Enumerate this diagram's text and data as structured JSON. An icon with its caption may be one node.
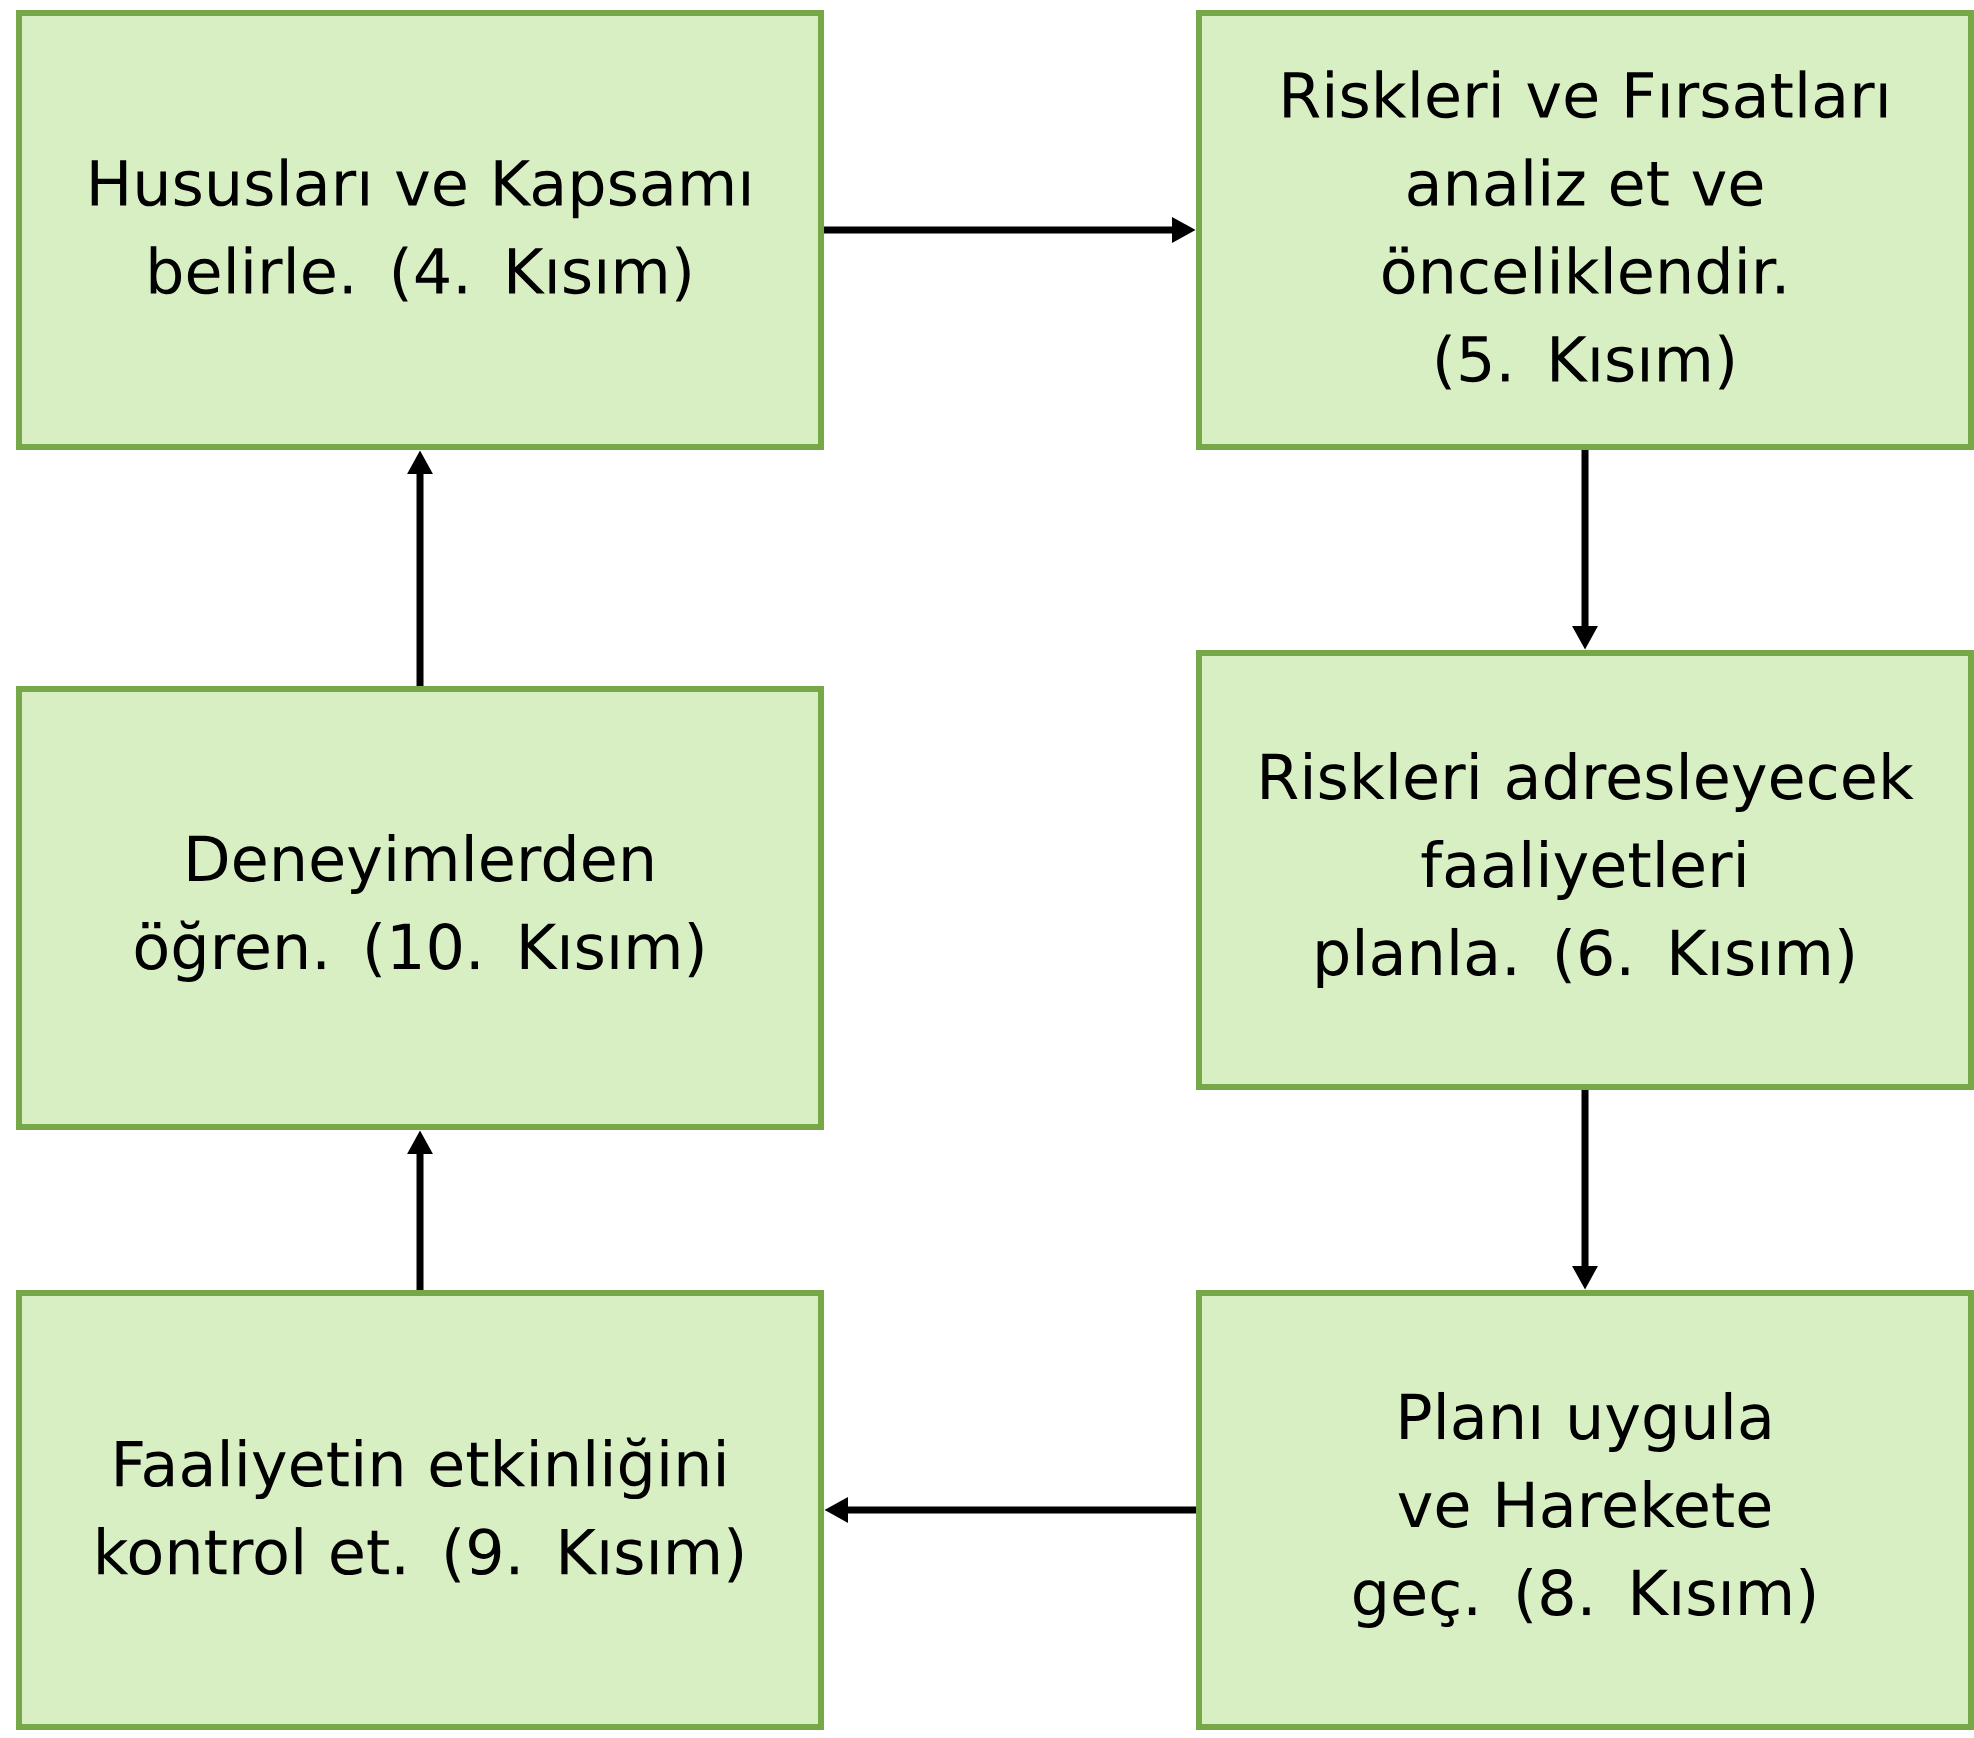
{
  "diagram": {
    "nodes": [
      {
        "text": [
          "Hususları ve Kapsamı belirle. (4. Kısım)"
        ]
      },
      {
        "text": [
          "Riskleri ve Fırsatları analiz et ve önceliklendir. (5. Kısım)"
        ]
      },
      {
        "text": [
          "Riskleri adresleyecek faaliyetleri planla. (6. Kısım)"
        ]
      },
      {
        "text": [
          "Planı uygula ve Harekete geç. (8. Kısım)"
        ]
      },
      {
        "text": [
          "Faaliyetin etkinliğini kontrol et. (9. Kısım)"
        ]
      },
      {
        "text": [
          "Deneyimlerden öğren. (10. Kısım)"
        ]
      }
    ],
    "edges": [
      {
        "from": 0,
        "to": 1,
        "arrow": "to"
      },
      {
        "from": 1,
        "to": 2,
        "arrow": "to"
      },
      {
        "from": 2,
        "to": 3,
        "arrow": "to"
      },
      {
        "from": 3,
        "to": 4,
        "arrow": "to"
      },
      {
        "from": 4,
        "to": 5,
        "arrow": "to"
      },
      {
        "from": 5,
        "to": 0,
        "arrow": "to"
      }
    ]
  }
}
